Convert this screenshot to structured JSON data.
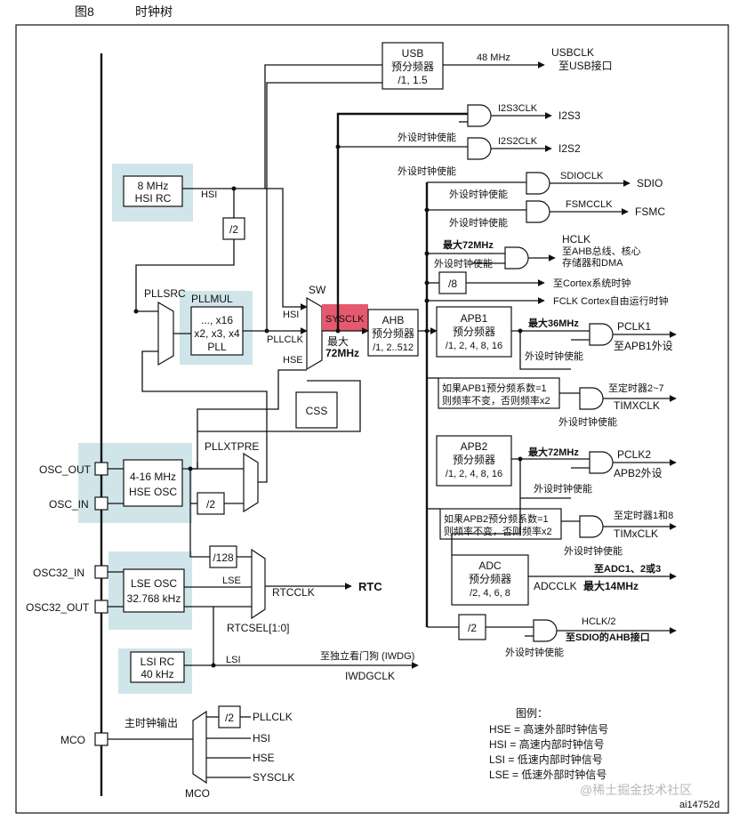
{
  "figure": {
    "number": "图8",
    "title": "时钟树",
    "code": "ai14752d"
  },
  "sources": {
    "hsi_rc": [
      "8 MHz",
      "HSI RC"
    ],
    "hse_osc": [
      "4-16 MHz",
      "HSE OSC"
    ],
    "lse_osc": [
      "LSE OSC",
      "32.768 kHz"
    ],
    "lsi_rc": [
      "LSI RC",
      "40 kHz"
    ]
  },
  "pins": {
    "osc_out": "OSC_OUT",
    "osc_in": "OSC_IN",
    "osc32_in": "OSC32_IN",
    "osc32_out": "OSC32_OUT",
    "mco": "MCO"
  },
  "blocks": {
    "usb": [
      "USB",
      "预分频器",
      "/1, 1.5"
    ],
    "pllmul": [
      "..., x16",
      "x2, x3, x4",
      "PLL"
    ],
    "pllmul_label": "PLLMUL",
    "ahb": [
      "AHB",
      "预分频器",
      "/1, 2..512"
    ],
    "apb1": [
      "APB1",
      "预分频器",
      "/1, 2, 4, 8, 16"
    ],
    "apb2": [
      "APB2",
      "预分频器",
      "/1, 2, 4, 8, 16"
    ],
    "adc": [
      "ADC",
      "预分频器",
      "/2, 4, 6, 8"
    ],
    "css": "CSS",
    "apb1_timer_note": [
      "如果APB1预分频系数=1",
      "则频率不变，否则频率x2"
    ],
    "apb2_timer_note": [
      "如果APB2预分频系数=1",
      "则频率不变，否则频率x2"
    ]
  },
  "dividers": {
    "hsi_div2": "/2",
    "hse_div2": "/2",
    "hse_div128": "/128",
    "systick_div8": "/8",
    "sdio_ahb_div2": "/2",
    "mco_div2": "/2"
  },
  "labels": {
    "pllsrc": "PLLSRC",
    "pllxtpre": "PLLXTPRE",
    "sw": "SW",
    "sysclk": "SYSCLK",
    "max72_sys": [
      "最大",
      "72MHz"
    ],
    "hsi": "HSI",
    "pllclk": "PLLCLK",
    "hse": "HSE",
    "usb_freq": "48 MHz",
    "usbclk": "USBCLK",
    "usb_dest": "至USB接口",
    "i2s3clk": "I2S3CLK",
    "i2s3": "I2S3",
    "i2s2clk": "I2S2CLK",
    "i2s2": "I2S2",
    "sdioclk": "SDIOCLK",
    "sdio": "SDIO",
    "fsmcclk": "FSMCCLK",
    "fsmc": "FSMC",
    "max72_hclk": "最大72MHz",
    "hclk": "HCLK",
    "hclk_dest": [
      "至AHB总线、核心",
      "存储器和DMA"
    ],
    "cortex_timer": "至Cortex系统时钟",
    "fclk": "FCLK Cortex自由运行时钟",
    "max36": "最大36MHz",
    "pclk1": "PCLK1",
    "pclk1_dest": "至APB1外设",
    "timer27": "至定时器2~7",
    "timxclk": "TIMXCLK",
    "max72_pclk2": "最大72MHz",
    "pclk2": "PCLK2",
    "pclk2_dest": "APB2外设",
    "timer18": "至定时器1和8",
    "timxclk2": "TIMxCLK",
    "adc_dest": "至ADC1、2或3",
    "adcclk": "ADCCLK",
    "adc_max": "最大14MHz",
    "hclk2": "HCLK/2",
    "sdio_ahb": "至SDIO的AHB接口",
    "lse": "LSE",
    "lsi": "LSI",
    "rtcclk": "RTCCLK",
    "rtc": "RTC",
    "rtcsel": "RTCSEL[1:0]",
    "iwdg_dest": "至独立看门狗 (IWDG)",
    "iwdgclk": "IWDGCLK",
    "mco_out": "主时钟输出",
    "mco_pll": "PLLCLK",
    "mco_hsi": "HSI",
    "mco_hse": "HSE",
    "mco_sys": "SYSCLK",
    "mco_mux": "MCO",
    "periph_enable": "外设时钟使能"
  },
  "legend": {
    "title": "图例：",
    "items": [
      "HSE = 高速外部时钟信号",
      "HSI = 高速内部时钟信号",
      "LSI = 低速内部时钟信号",
      "LSE = 低速外部时钟信号"
    ]
  },
  "watermark": "@稀土掘金技术社区",
  "colors": {
    "source_highlight": "#cfe5ea",
    "sysclk_highlight": "#e55a6e"
  }
}
